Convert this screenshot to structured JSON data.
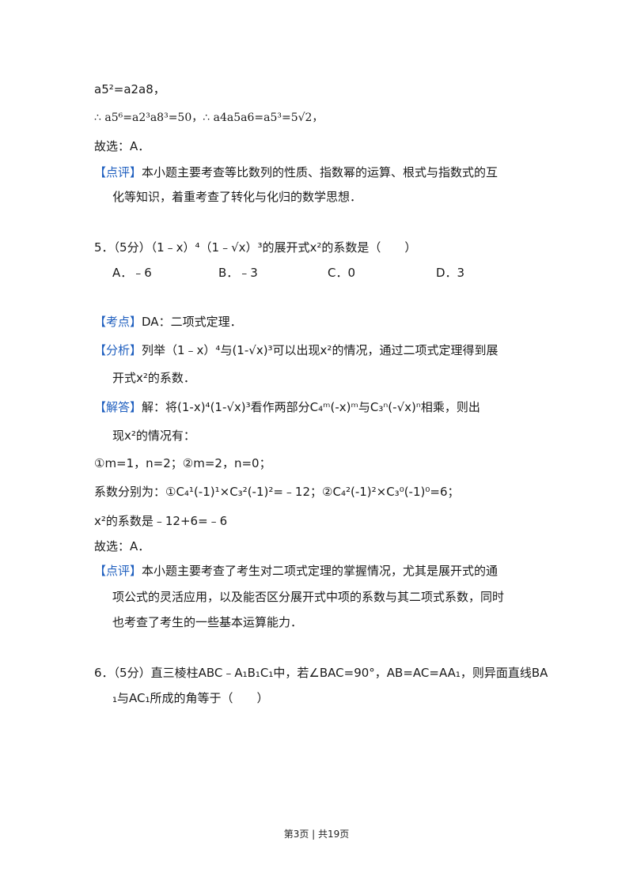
{
  "prev": {
    "eq1": "a5²=a2a8，",
    "eq2_a": "∴",
    "eq2_b": "a5⁶=a2³a8³=50，∴ a4a5a6=a5³=5√2，",
    "answer": "故选：A．",
    "review_tag": "【点评】",
    "review_1": "本小题主要考查等比数列的性质、指数幂的运算、根式与指数式的互",
    "review_2": "化等知识，着重考查了转化与化归的数学思想．"
  },
  "q5": {
    "stem": "5．（5分）（1﹣x）⁴（1﹣√x）³的展开式x²的系数是（　　）",
    "options": [
      "A．﹣6",
      "B．﹣3",
      "C．0",
      "D．3"
    ],
    "kaodian_tag": "【考点】",
    "kaodian": "DA：二项式定理．",
    "fenxi_tag": "【分析】",
    "fenxi_1": "列举（1﹣x）⁴与(1-√x)³可以出现x²的情况，通过二项式定理得到展",
    "fenxi_2": "开式x²的系数．",
    "jieda_tag": "【解答】",
    "jieda_1": "解：将(1-x)⁴(1-√x)³看作两部分C₄ᵐ(-x)ᵐ与C₃ⁿ(-√x)ⁿ相乘，则出",
    "jieda_2": "现x²的情况有：",
    "cases": "①m=1，n=2；②m=2，n=0；",
    "coef": "系数分别为：①C₄¹(-1)¹×C₃²(-1)²=﹣12；②C₄²(-1)²×C₃⁰(-1)⁰=6；",
    "result": "x²的系数是﹣12+6=﹣6",
    "answer": "故选：A．",
    "review_tag": "【点评】",
    "review_1": "本小题主要考查了考生对二项式定理的掌握情况，尤其是展开式的通",
    "review_2": "项公式的灵活应用，以及能否区分展开式中项的系数与其二项式系数，同时",
    "review_3": "也考查了考生的一些基本运算能力．"
  },
  "q6": {
    "stem_1": "6．（5分）直三棱柱ABC﹣A₁B₁C₁中，若∠BAC=90°，AB=AC=AA₁，则异面直线BA",
    "stem_2": "₁与AC₁所成的角等于（　　）"
  },
  "footer": "第3页 | 共19页",
  "colors": {
    "tag": "#1f5fbf",
    "text": "#1a1a1a"
  }
}
